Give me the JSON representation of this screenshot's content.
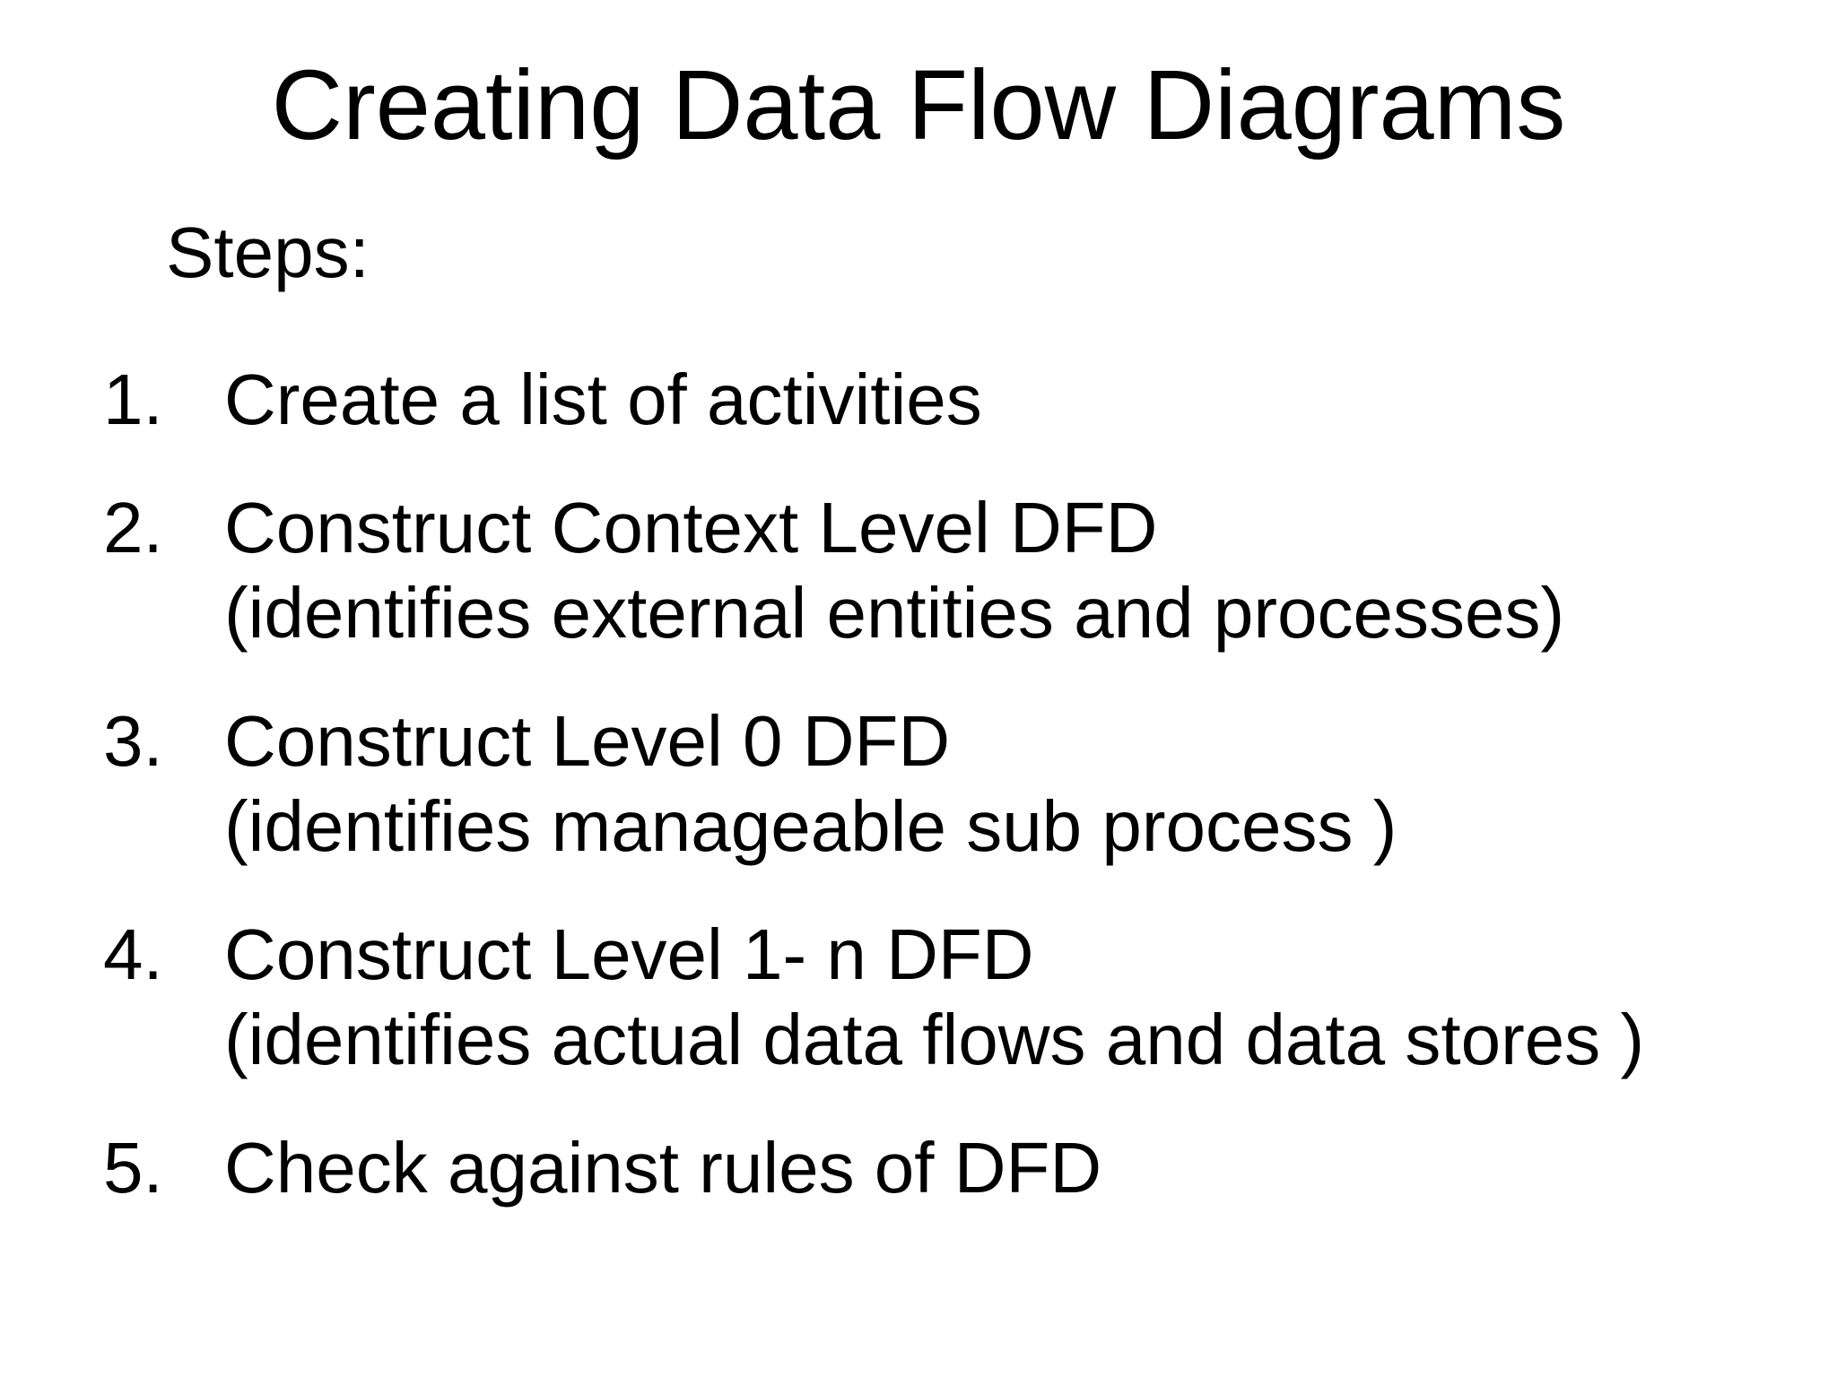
{
  "slide": {
    "title": "Creating Data Flow Diagrams",
    "subtitle": "Steps:",
    "background_color": "#ffffff",
    "text_color": "#000000",
    "steps": [
      {
        "number": "1.",
        "main": "Create a list of activities",
        "detail": ""
      },
      {
        "number": "2.",
        "main": "Construct Context Level DFD",
        "detail": "(identifies external entities and processes)"
      },
      {
        "number": "3.",
        "main": "Construct Level 0 DFD",
        "detail": "(identifies manageable sub process )"
      },
      {
        "number": "4.",
        "main": "Construct Level 1- n DFD",
        "detail": "(identifies actual data flows and data stores )"
      },
      {
        "number": "5.",
        "main": "Check against rules of DFD",
        "detail": ""
      }
    ]
  }
}
